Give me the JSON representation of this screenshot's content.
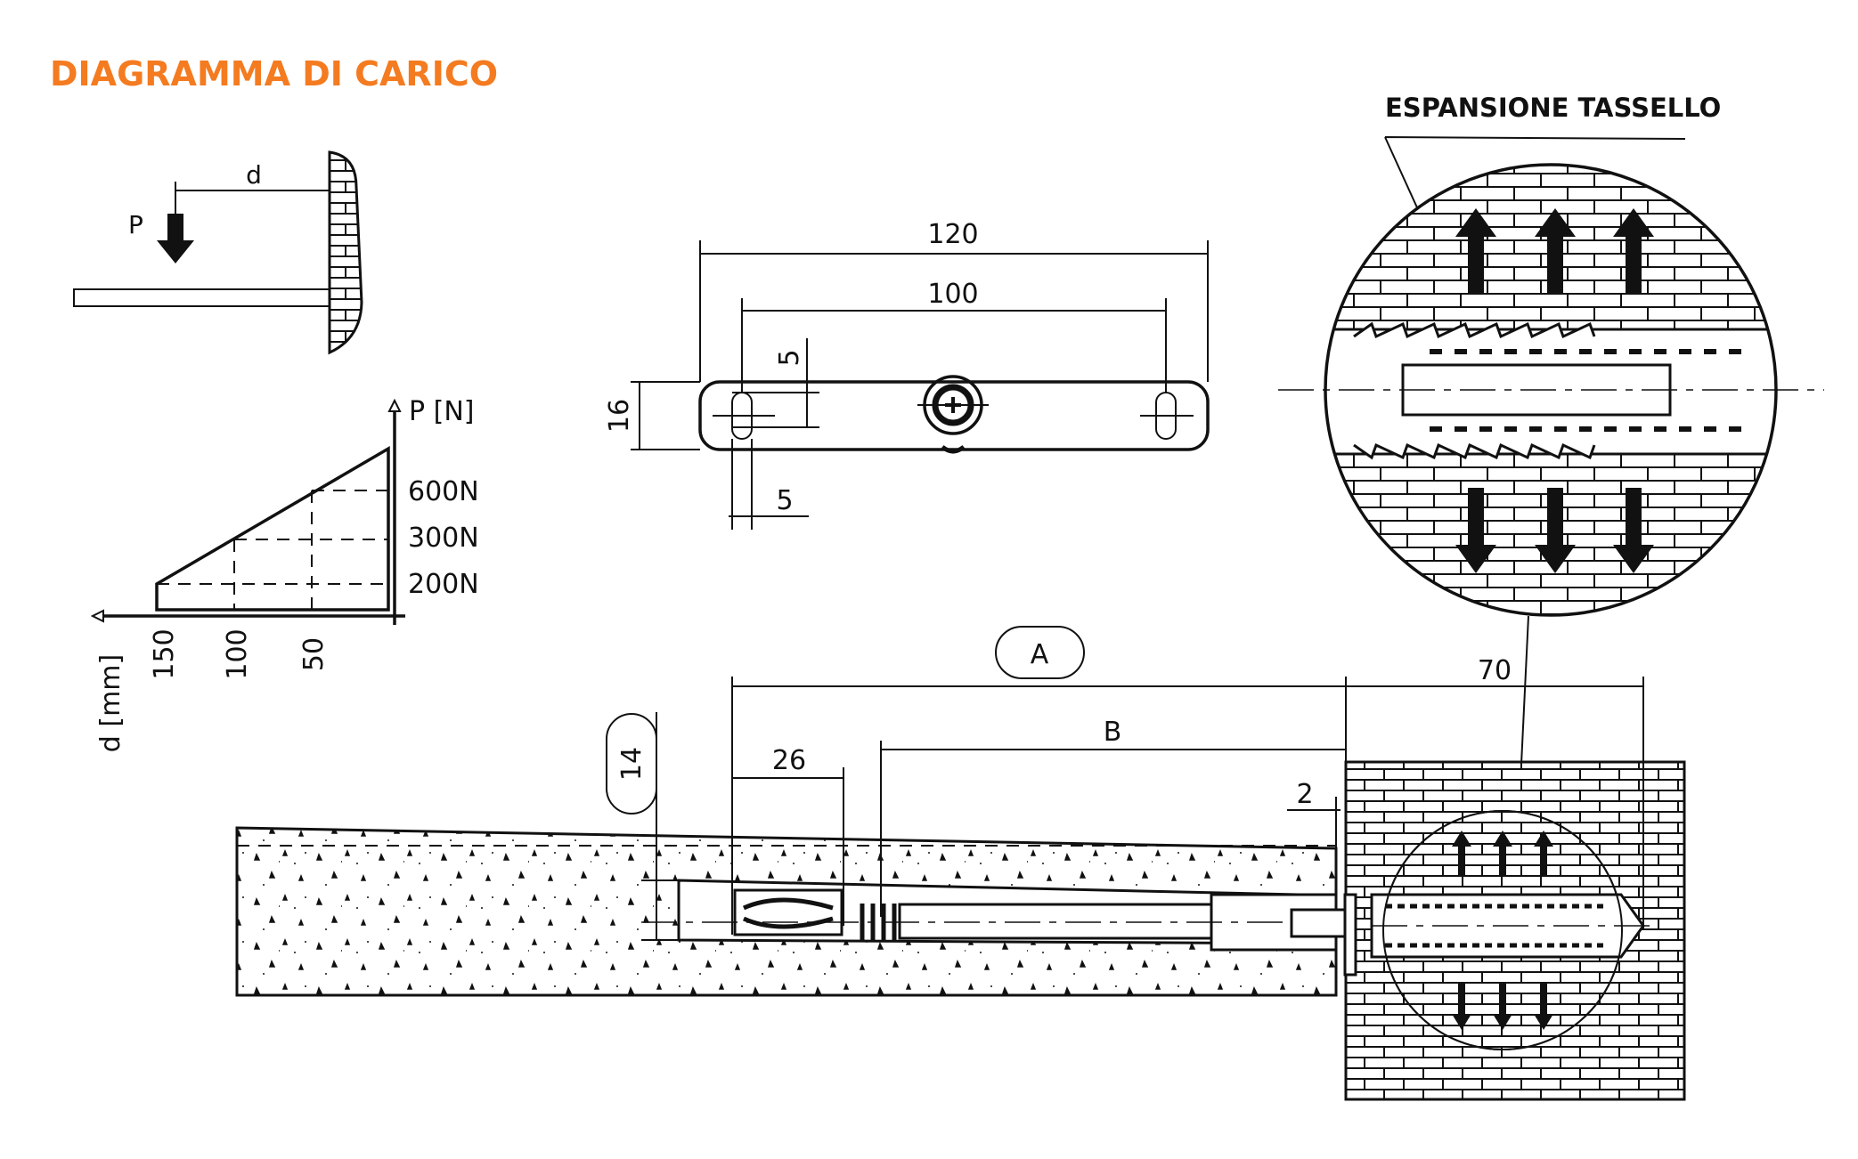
{
  "title": "DIAGRAMMA DI CARICO",
  "accent_color": "#F47B20",
  "load_scheme": {
    "force_label": "P",
    "distance_label": "d"
  },
  "load_chart": {
    "y_axis_label": "P [N]",
    "x_axis_label": "d [mm]",
    "y_ticks": [
      "600N",
      "300N",
      "200N"
    ],
    "x_ticks": [
      "150",
      "100",
      "50"
    ]
  },
  "plate_view": {
    "dim_total": "120",
    "dim_holes": "100",
    "dim_height": "16",
    "dim_slot_height": "5",
    "dim_slot_width": "5"
  },
  "detail": {
    "label": "ESPANSIONE TASSELLO"
  },
  "section_view": {
    "dim_A": "A",
    "dim_70": "70",
    "dim_B": "B",
    "dim_26": "26",
    "dim_14": "14",
    "dim_2": "2"
  }
}
